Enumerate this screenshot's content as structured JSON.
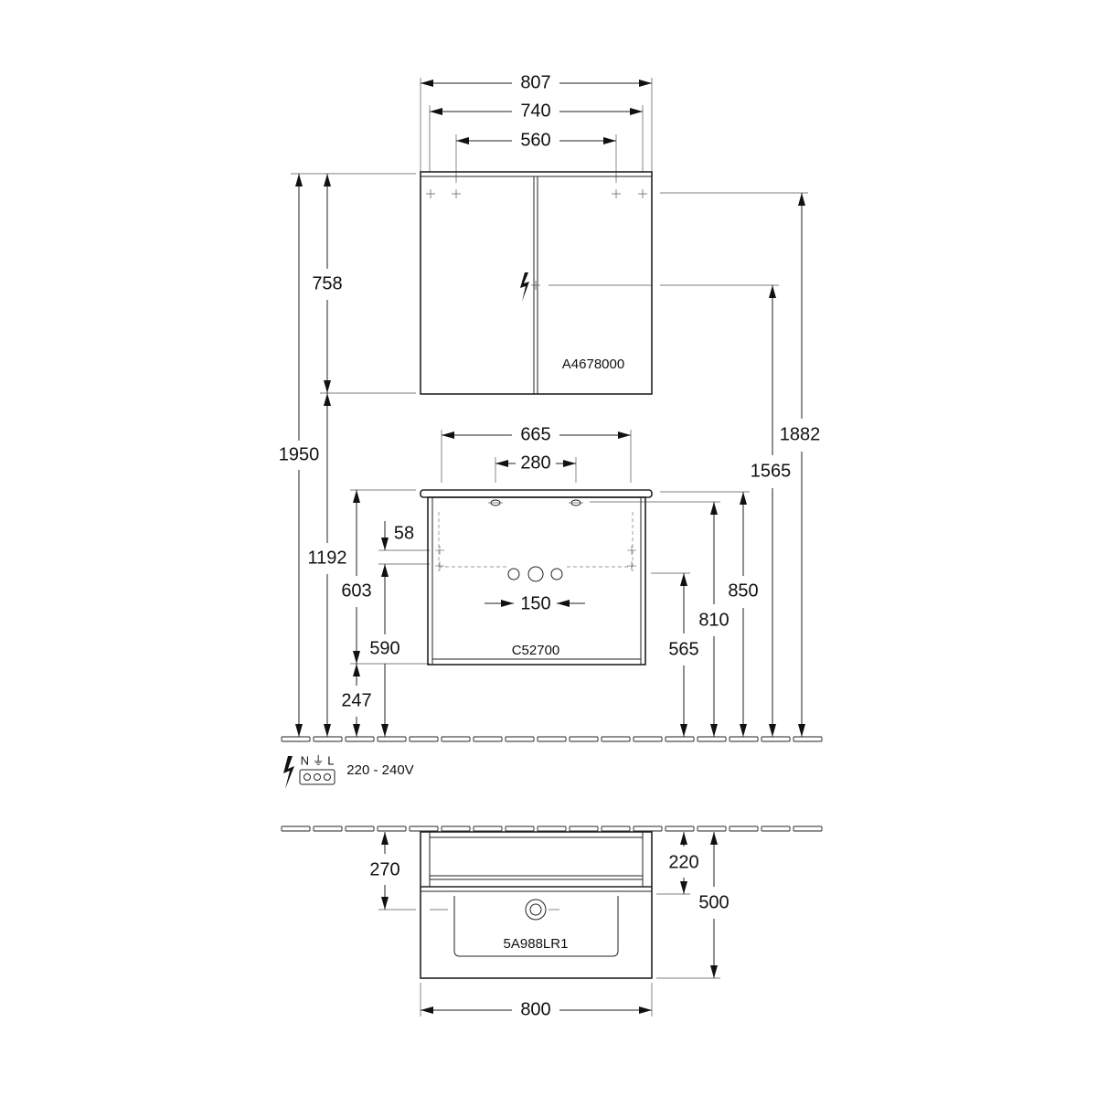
{
  "dimensions": {
    "mirror_outer_width": "807",
    "mirror_mid_width": "740",
    "mirror_inner_width": "560",
    "mirror_height": "758",
    "total_height": "1950",
    "mirror_mount_height": "1882",
    "socket_height": "1565",
    "basin_width": "665",
    "tap_spacing": "280",
    "drain_offset": "58",
    "cabinet_top_height": "1192",
    "basin_top_height": "603",
    "pipe_height": "590",
    "floor_clearance": "247",
    "valve_spacing": "150",
    "outlet_height": "565",
    "cabinet_height": "810",
    "basin_rim_height": "850",
    "plan_front_depth": "270",
    "plan_shelf_depth": "220",
    "plan_total_depth": "500",
    "plan_width": "800"
  },
  "labels": {
    "mirror_cabinet": "A4678000",
    "vanity_unit": "C52700",
    "washbasin": "5A988LR1",
    "terminal": "N ⏚ L",
    "voltage": "220 - 240V"
  },
  "icons": {
    "lightning": "lightning-bolt-icon"
  }
}
